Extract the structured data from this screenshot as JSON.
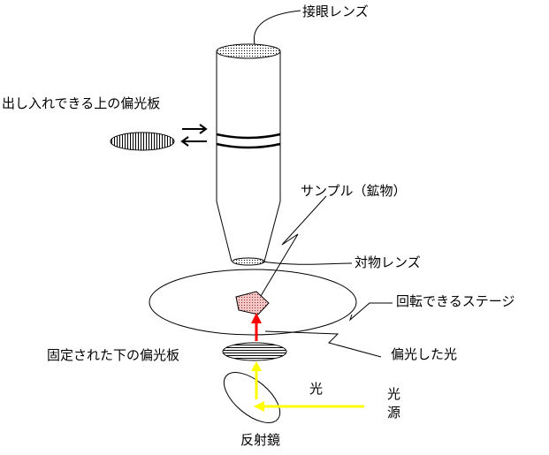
{
  "labels": {
    "eyepiece": "接眼レンズ",
    "upper_polarizer": "出し入れできる上の偏光板",
    "sample": "サンプル（鉱物）",
    "objective": "対物レンズ",
    "stage": "回転できるステージ",
    "lower_polarizer": "固定された下の偏光板",
    "polarized_light": "偏光した光",
    "light": "光",
    "light_source_line1": "光",
    "light_source_line2": "源",
    "mirror": "反射鏡"
  },
  "colors": {
    "light_arrow": "#ffff00",
    "polarized_arrow": "#ff0000",
    "sample_fill": "#f4c6c6",
    "outline": "#000000"
  }
}
